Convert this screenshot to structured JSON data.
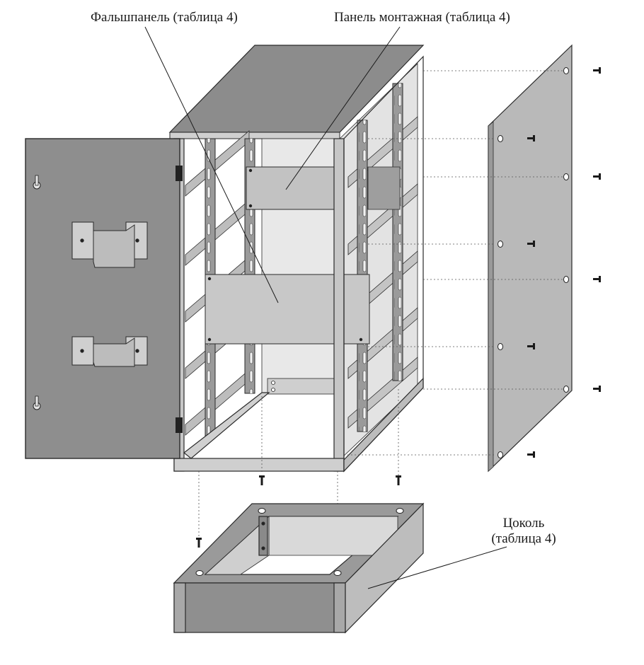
{
  "labels": {
    "false_panel": "Фальшпанель (таблица 4)",
    "mounting_panel": "Панель монтажная (таблица 4)",
    "plinth_line1": "Цоколь",
    "plinth_line2": "(таблица 4)"
  },
  "colors": {
    "roof": "#8c8c8c",
    "door": "#8e8e8e",
    "side_panel": "#b9b9b9",
    "frame": "#c6c6c6",
    "rail": "#9a9a9a",
    "interior_wall": "#e6e6e6",
    "panel_light": "#c8c8c8",
    "plinth_dark": "#8f8f8f",
    "plinth_light": "#bdbdbd",
    "outline": "#2a2a2a"
  }
}
